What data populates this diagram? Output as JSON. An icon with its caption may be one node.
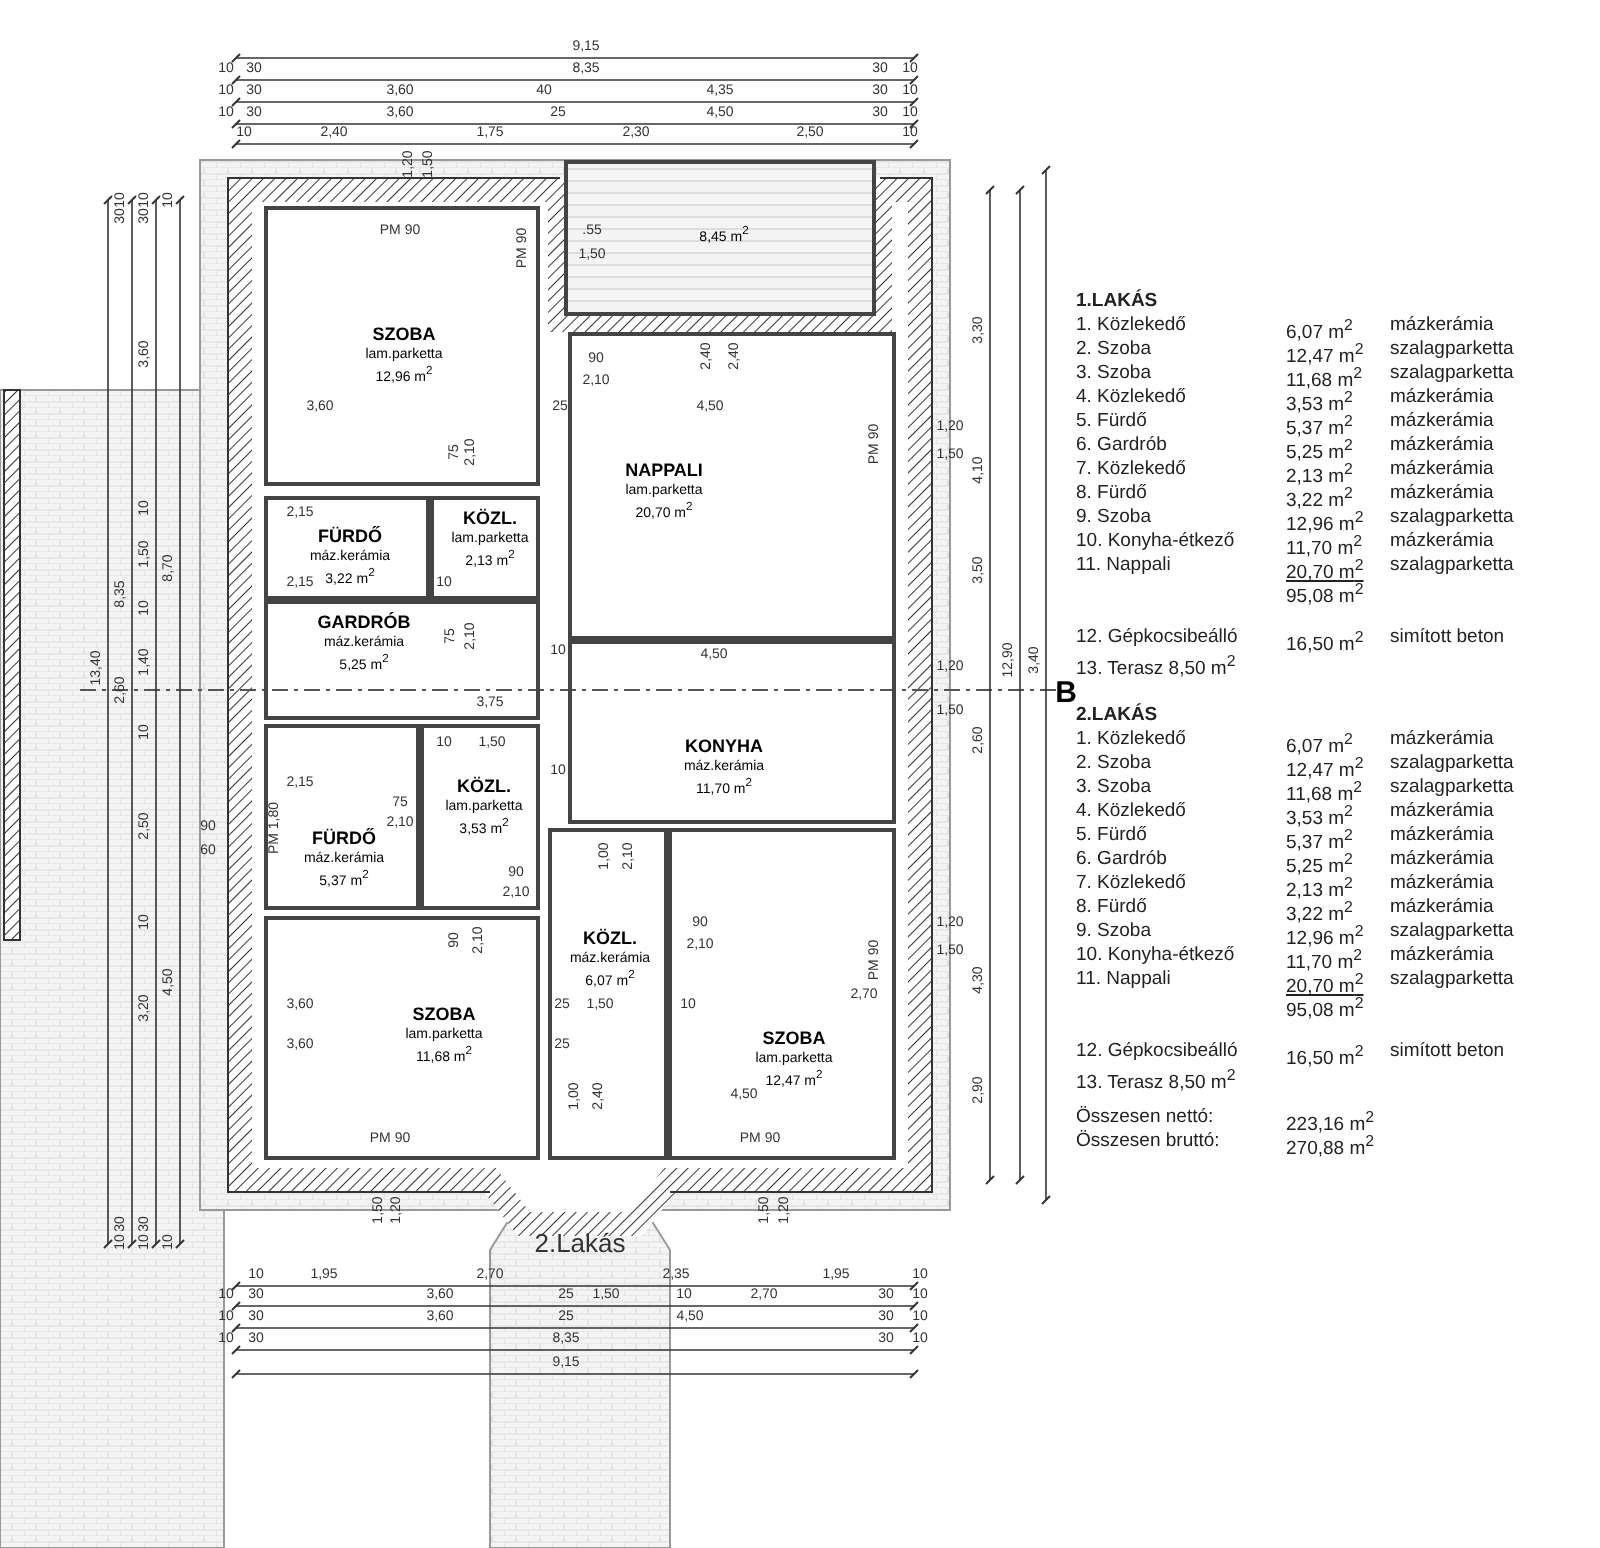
{
  "diagram": {
    "nodes": [
      {
        "text": [
          "SZOBA",
          "lam.parketta",
          "12,96 m$^{2}$"
        ]
      },
      {
        "text": [
          "8,45 m$^{2}$"
        ]
      },
      {
        "text": [
          "NAPPALI",
          "lam.parketta",
          "20,70 m$^{2}$"
        ]
      },
      {
        "text": [
          "FÜRDŐ",
          "máz.kerámia",
          "3,22 m$^{2}$"
        ]
      },
      {
        "text": [
          "KÖZL.",
          "lam.parketta",
          "2,13 m$^{2}$"
        ]
      },
      {
        "text": [
          "GARDRÓB",
          "máz.kerámia",
          "5,25 m$^{2}$"
        ]
      },
      {
        "text": [
          "KONYHA",
          "máz.kerámia",
          "11,70 m$^{2}$"
        ]
      },
      {
        "text": [
          "FÜRDŐ",
          "máz.kerámia",
          "5,37 m$^{2}$"
        ]
      },
      {
        "text": [
          "KÖZL.",
          "lam.parketta",
          "3,53 m$^{2}$"
        ]
      },
      {
        "text": [
          "KÖZL.",
          "máz.kerámia",
          "6,07 m$^{2}$"
        ]
      },
      {
        "text": [
          "SZOBA",
          "lam.parketta",
          "11,68 m$^{2}$"
        ]
      },
      {
        "text": [
          "SZOBA",
          "lam.parketta",
          "12,47 m$^{2}$"
        ]
      }
    ],
    "labels": [
      "9,15",
      "10",
      "30",
      "8,35",
      "30",
      "10",
      "10",
      "30",
      "3,60",
      "40",
      "4,35",
      "30",
      "10",
      "10",
      "30",
      "3,60",
      "25",
      "4,50",
      "30",
      "10",
      "10",
      "2,40",
      "1,75",
      "2,30",
      "2,50",
      "10",
      "13,40",
      "10",
      "30",
      "8,35",
      "2,60",
      "30",
      "10",
      "10",
      "30",
      "3,60",
      "10",
      "1,50",
      "10",
      "1,40",
      "10",
      "2,50",
      "10",
      "3,20",
      "30",
      "10",
      "10",
      "8,70",
      "4,50",
      "10",
      "90",
      "60",
      "3,30",
      "4,10",
      "3,50",
      "2,60",
      "4,30",
      "2,90",
      "12,90",
      "3,40",
      "1,20",
      "1,50",
      "1,20",
      "1,50",
      "1,20",
      "1,50",
      "B",
      "1,20",
      "1,50",
      "PM 90",
      "PM 90",
      ".55",
      "1,50",
      "90",
      "2,10",
      "2,40",
      "2,40",
      "3,60",
      "25",
      "4,50",
      "PM 90",
      "75",
      "2,10",
      "2,15",
      "2,15",
      "3,75",
      "10",
      "4,50",
      "10",
      "75",
      "2,10",
      "2,15",
      "10",
      "1,50",
      "10",
      "75",
      "2,10",
      "PM 1,80",
      "90",
      "2,10",
      "1,00",
      "2,10",
      "90",
      "2,10",
      "90",
      "2,10",
      "PM 90",
      "3,60",
      "25",
      "1,50",
      "10",
      "2,70",
      "3,60",
      "25",
      "4,50",
      "1,00",
      "2,40",
      "PM 90",
      "PM 90",
      "1,50",
      "1,20",
      "1,50",
      "1,20",
      "2.Lakás",
      "10",
      "1,95",
      "2,70",
      "2,35",
      "1,95",
      "10",
      "10",
      "30",
      "3,60",
      "25",
      "1,50",
      "10",
      "2,70",
      "30",
      "10",
      "10",
      "30",
      "3,60",
      "25",
      "4,50",
      "30",
      "10",
      "10",
      "30",
      "8,35",
      "30",
      "10",
      "9,15",
      "1.LAKÁS",
      "1. Közlekedő",
      "6,07 m$^{2}$",
      "mázkerámia",
      "2. Szoba",
      "12,47 m$^{2}$",
      "szalagparketta",
      "3. Szoba",
      "11,68 m$^{2}$",
      "szalagparketta",
      "4. Közlekedő",
      "3,53 m$^{2}$",
      "mázkerámia",
      "5. Fürdő",
      "5,37 m$^{2}$",
      "mázkerámia",
      "6. Gardrób",
      "5,25 m$^{2}$",
      "mázkerámia",
      "7. Közlekedő",
      "2,13 m$^{2}$",
      "mázkerámia",
      "8. Fürdő",
      "3,22 m$^{2}$",
      "mázkerámia",
      "9. Szoba",
      "12,96 m$^{2}$",
      "szalagparketta",
      "10. Konyha-étkező",
      "11,70 m$^{2}$",
      "mázkerámia",
      "11. Nappali",
      "20,70 m$^{2}$",
      "szalagparketta",
      "95,08 m$^{2}$",
      "12. Gépkocsibeálló",
      "16,50 m$^{2}$",
      "simított beton",
      "13. Terasz 8,50 m$^{2}$",
      "2.LAKÁS",
      "1. Közlekedő",
      "6,07 m$^{2}$",
      "mázkerámia",
      "2. Szoba",
      "12,47 m$^{2}$",
      "szalagparketta",
      "3. Szoba",
      "11,68 m$^{2}$",
      "szalagparketta",
      "4. Közlekedő",
      "3,53 m$^{2}$",
      "mázkerámia",
      "5. Fürdő",
      "5,37 m$^{2}$",
      "mázkerámia",
      "6. Gardrób",
      "5,25 m$^{2}$",
      "mázkerámia",
      "7. Közlekedő",
      "2,13 m$^{2}$",
      "mázkerámia",
      "8. Fürdő",
      "3,22 m$^{2}$",
      "mázkerámia",
      "9. Szoba",
      "12,96 m$^{2}$",
      "szalagparketta",
      "10. Konyha-étkező",
      "11,70 m$^{2}$",
      "mázkerámia",
      "11. Nappali",
      "20,70 m$^{2}$",
      "szalagparketta",
      "95,08 m$^{2}$",
      "12. Gépkocsibeálló",
      "16,50 m$^{2}$",
      "simított beton",
      "13. Terasz 8,50 m$^{2}$",
      "Összesen nettó:",
      "223,16 m$^{2}$",
      "Összesen bruttó:",
      "270,88 m$^{2}$"
    ]
  }
}
